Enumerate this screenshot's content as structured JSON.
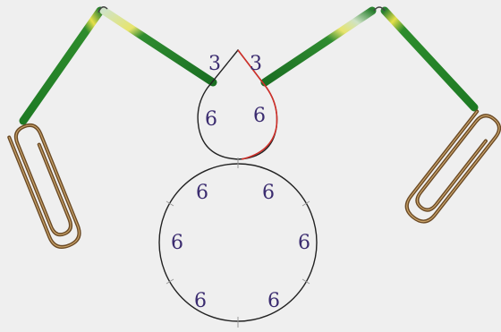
{
  "diagram": {
    "apex_labels": {
      "left": "3",
      "right": "3"
    },
    "drop_labels": {
      "left": "6",
      "right": "6"
    },
    "circle_labels": {
      "top_left": "6",
      "top_right": "6",
      "mid_left": "6",
      "mid_right": "6",
      "bottom_left": "6",
      "bottom_right": "6"
    },
    "colors": {
      "background": "#efefef",
      "outline": "#222222",
      "highlight_edge": "#d0302a",
      "stick_green": "#1e7a24",
      "stick_yellow": "#e6e04a",
      "paperclip": "#6b4a25",
      "label": "#3a2b6f"
    }
  }
}
